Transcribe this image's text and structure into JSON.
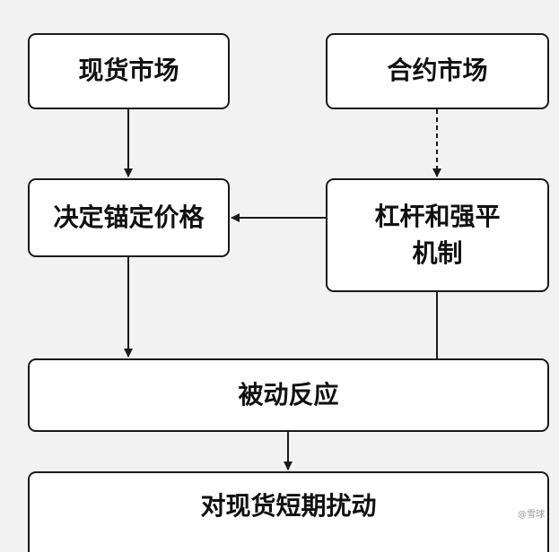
{
  "nodes": {
    "spot_market": "现货市场",
    "contract_market": "合约市场",
    "anchor_price": "决定锚定价格",
    "leverage_mechanism": "杠杆和强平机制",
    "passive_reaction": "被动反应",
    "spot_disturbance": "对现货短期扰动"
  },
  "watermark": "@雪球"
}
